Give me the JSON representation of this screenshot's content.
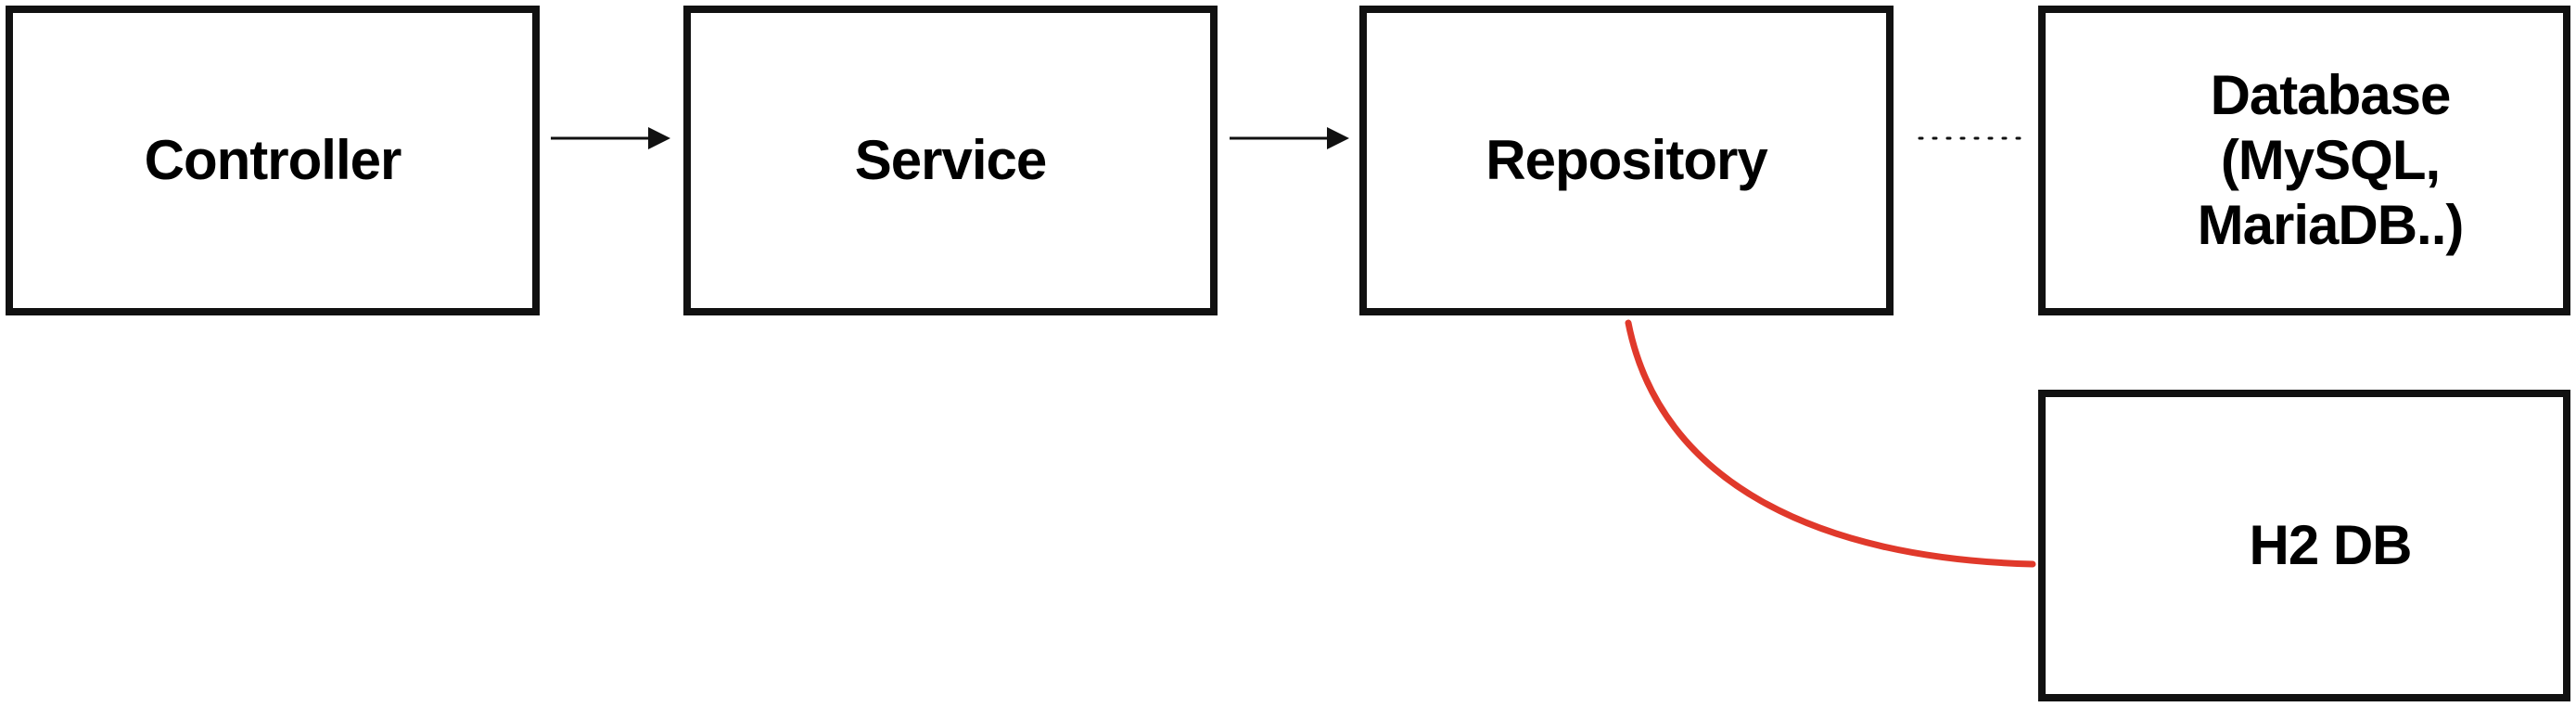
{
  "nodes": {
    "controller": {
      "label": "Controller"
    },
    "service": {
      "label": "Service"
    },
    "repository": {
      "label": "Repository"
    },
    "database": {
      "label": "Database\n(MySQL,\nMariaDB..)"
    },
    "h2db": {
      "label": "H2 DB"
    }
  },
  "edges": [
    {
      "from": "controller",
      "to": "service",
      "style": "solid-arrow",
      "color": "#111111"
    },
    {
      "from": "service",
      "to": "repository",
      "style": "solid-arrow",
      "color": "#111111"
    },
    {
      "from": "repository",
      "to": "database",
      "style": "dotted",
      "color": "#111111"
    },
    {
      "from": "repository",
      "to": "h2db",
      "style": "curved",
      "color": "#e0392b"
    }
  ],
  "colors": {
    "border": "#111111",
    "text": "#000000",
    "accent_line": "#e0392b",
    "background": "#ffffff"
  }
}
